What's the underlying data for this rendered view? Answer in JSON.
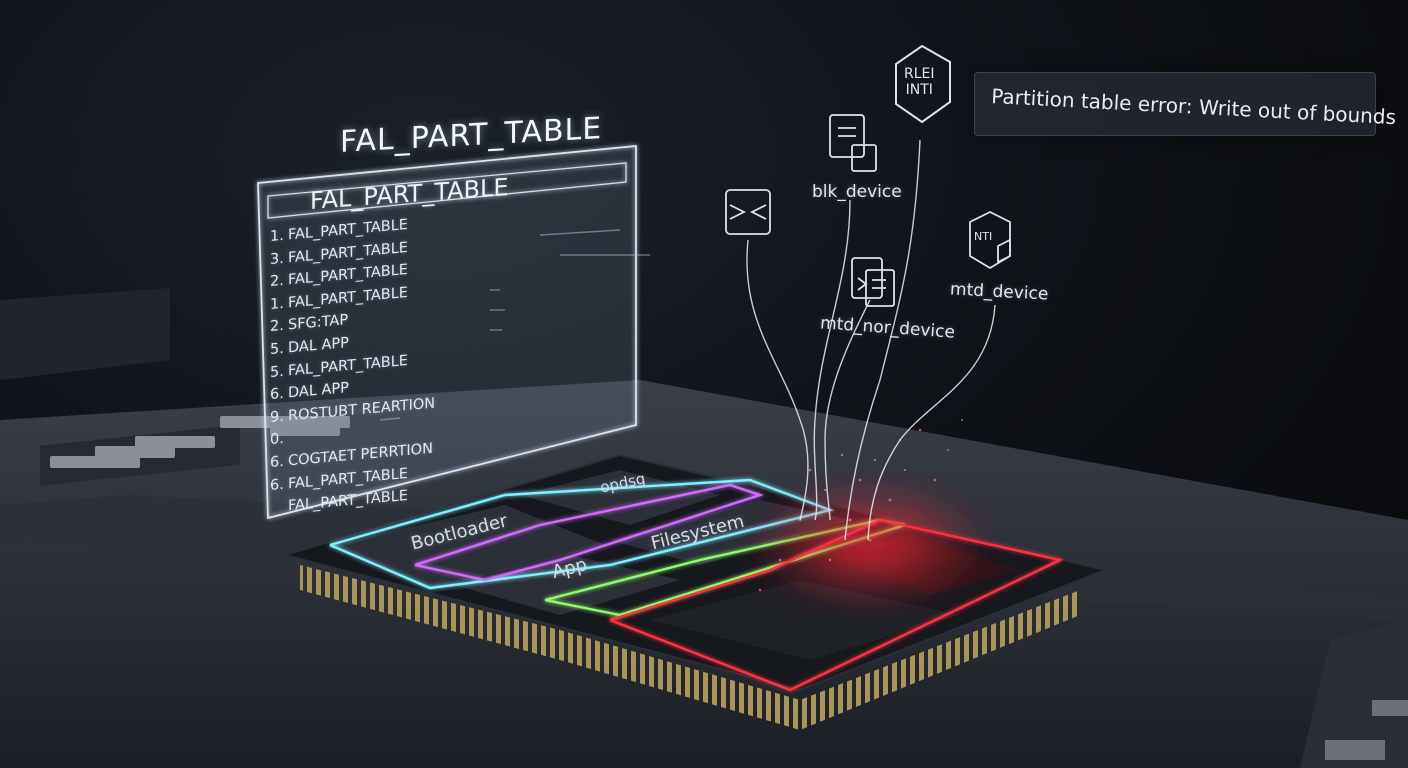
{
  "hologram": {
    "title": "FAL_PART_TABLE",
    "panel_header": "FAL_PART_TABLE",
    "entries": [
      {
        "num": "1.",
        "label": "FAL_PART_TABLE"
      },
      {
        "num": "3.",
        "label": "FAL_PART_TABLE"
      },
      {
        "num": "2.",
        "label": "FAL_PART_TABLE"
      },
      {
        "num": "1.",
        "label": "FAL_PART_TABLE"
      },
      {
        "num": "2.",
        "label": "SFG:TAP"
      },
      {
        "num": "5.",
        "label": "DAL APP"
      },
      {
        "num": "5.",
        "label": "FAL_PART_TABLE"
      },
      {
        "num": "6.",
        "label": "DAL APP"
      },
      {
        "num": "9.",
        "label": "ROSTUBT REARTION"
      },
      {
        "num": "0.",
        "label": ""
      },
      {
        "num": "6.",
        "label": "COGTAET PERRTION"
      },
      {
        "num": "6.",
        "label": "FAL_PART_TABLE"
      },
      {
        "num": "",
        "label": "FAL_PART_TABLE"
      }
    ]
  },
  "error": {
    "message": "Partition table error: Write out of bounds"
  },
  "devices": {
    "blk": "blk_device",
    "mtd": "mtd_device",
    "mtd_nor": "mtd_nor_device",
    "hex_icon_line1": "RLEI",
    "hex_icon_line2": "INTI",
    "mtd_icon_text": "NTI"
  },
  "chip": {
    "regions": {
      "bootloader": "Bootloader",
      "app": "App",
      "filesystem": "Filesystem",
      "top": "opdsg"
    }
  },
  "colors": {
    "accent_cyan": "#7ef0ff",
    "accent_magenta": "#d36bff",
    "accent_green": "#8dff6a",
    "error_red": "#ff3344"
  }
}
